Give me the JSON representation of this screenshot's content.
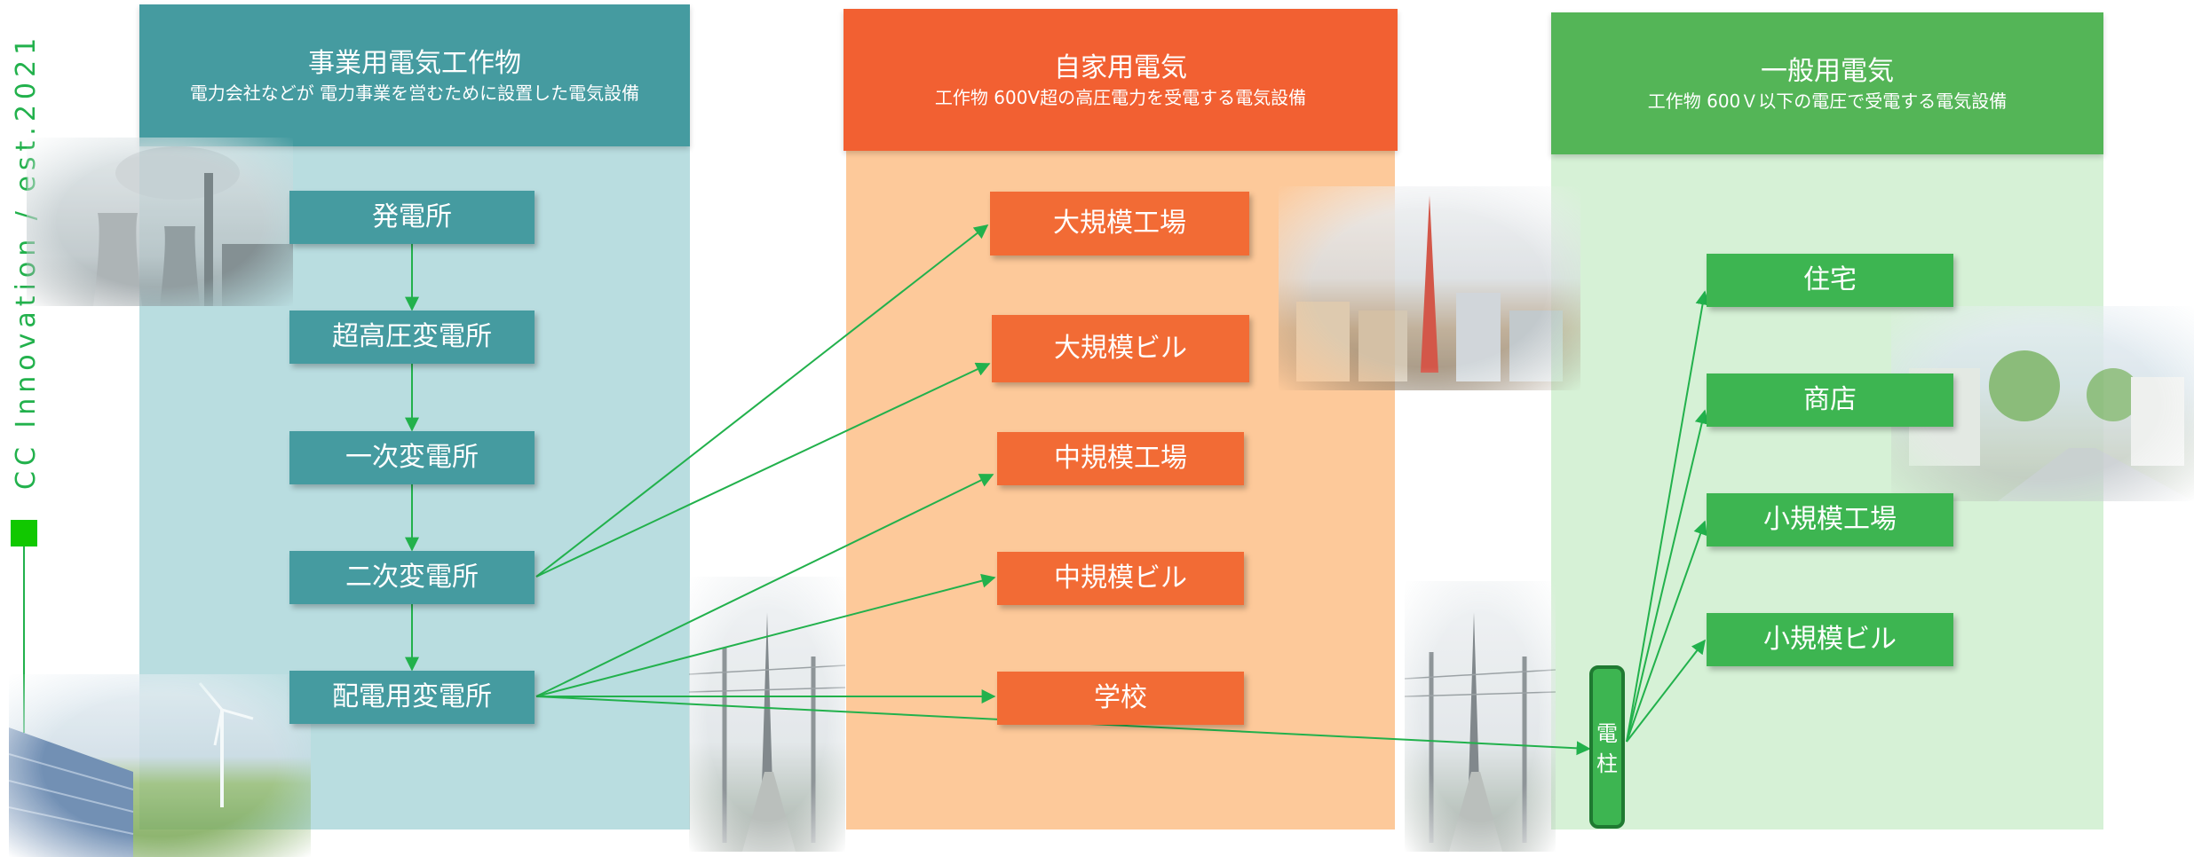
{
  "brand": {
    "text": "CC Innovation / est.2021"
  },
  "columns": [
    {
      "title": "事業用電気工作物",
      "subtitle": "電力会社などが 電力事業を営むために設置した電気設備",
      "nodes": [
        "発電所",
        "超高圧変電所",
        "一次変電所",
        "二次変電所",
        "配電用変電所"
      ]
    },
    {
      "title": "自家用電気",
      "subtitle": "工作物 600V超の高圧電力を受電する電気設備",
      "nodes": [
        "大規模工場",
        "大規模ビル",
        "中規模工場",
        "中規模ビル",
        "学校"
      ]
    },
    {
      "title": "一般用電気",
      "subtitle": "工作物 600Ｖ以下の電圧で受電する電気設備",
      "nodes": [
        "住宅",
        "商店",
        "小規模工場",
        "小規模ビル"
      ]
    }
  ],
  "pole": {
    "label": "電柱"
  },
  "colors": {
    "teal": "#459ba0",
    "orange": "#f26b35",
    "green": "#3db551",
    "arrow": "#22b14c"
  },
  "edges": [
    [
      "発電所",
      "超高圧変電所"
    ],
    [
      "超高圧変電所",
      "一次変電所"
    ],
    [
      "一次変電所",
      "二次変電所"
    ],
    [
      "二次変電所",
      "配電用変電所"
    ],
    [
      "二次変電所",
      "大規模工場"
    ],
    [
      "二次変電所",
      "大規模ビル"
    ],
    [
      "配電用変電所",
      "中規模工場"
    ],
    [
      "配電用変電所",
      "中規模ビル"
    ],
    [
      "配電用変電所",
      "学校"
    ],
    [
      "配電用変電所",
      "電柱"
    ],
    [
      "電柱",
      "住宅"
    ],
    [
      "電柱",
      "商店"
    ],
    [
      "電柱",
      "小規模工場"
    ],
    [
      "電柱",
      "小規模ビル"
    ]
  ]
}
